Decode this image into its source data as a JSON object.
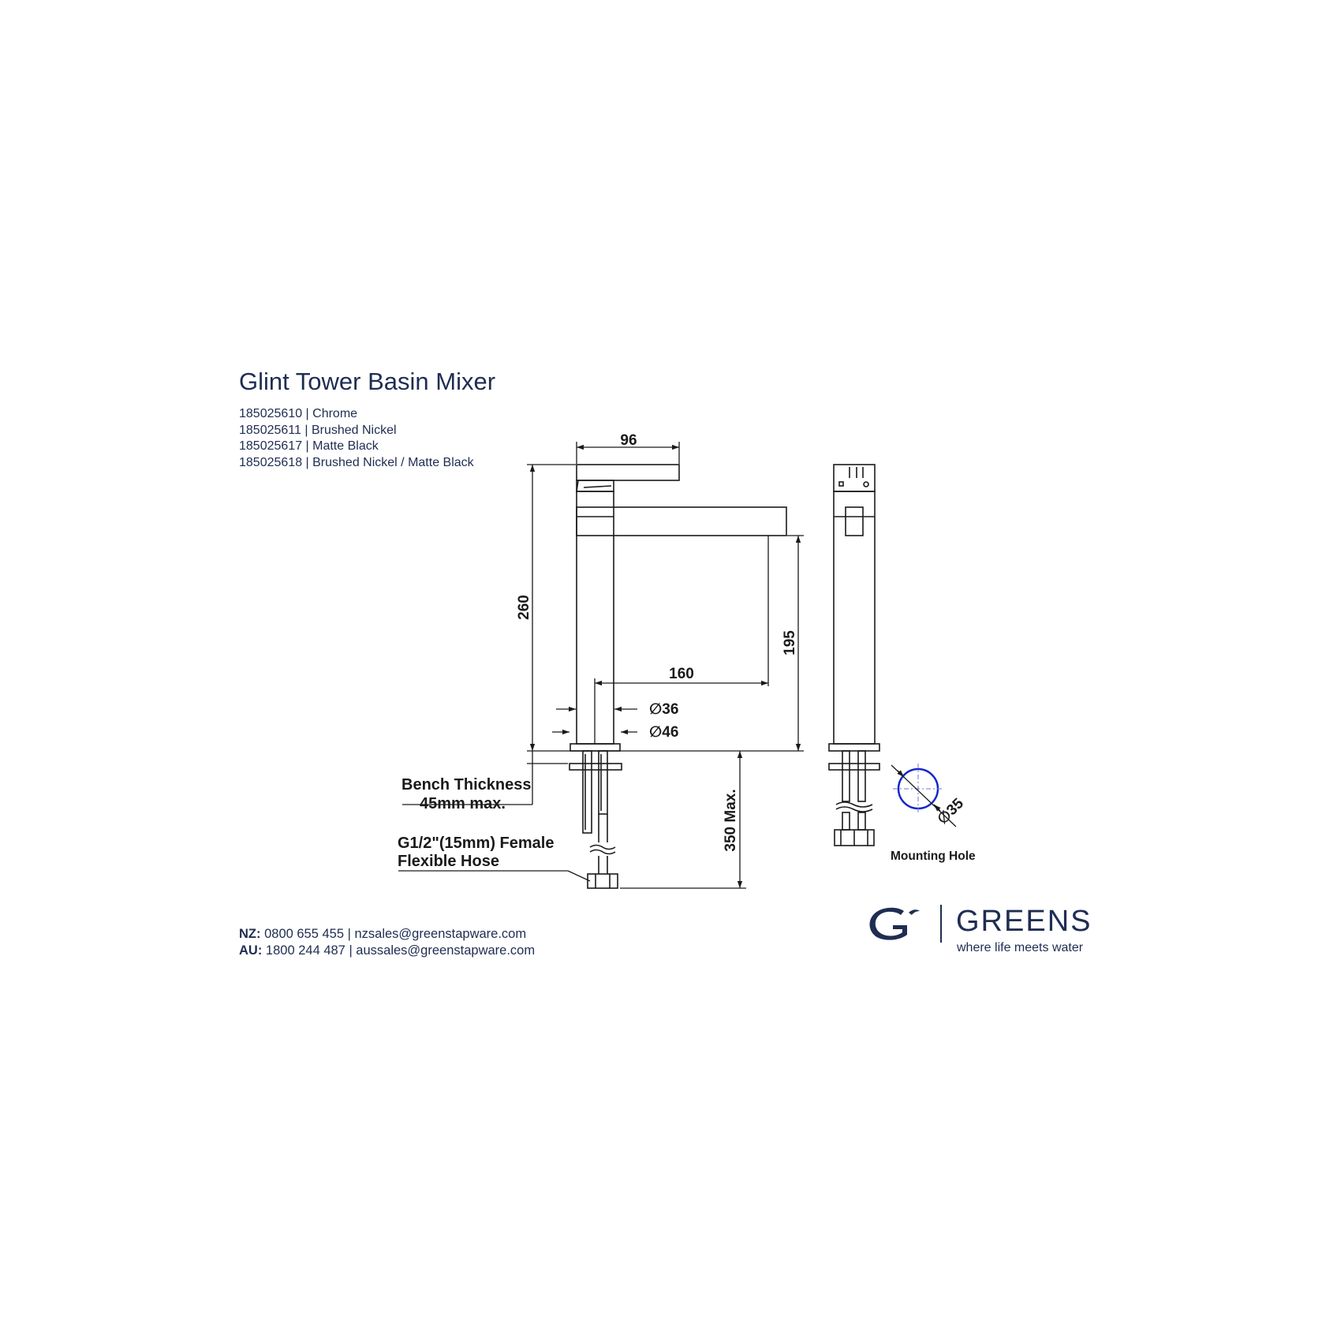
{
  "product": {
    "title": "Glint Tower Basin Mixer",
    "codes": [
      "185025610 | Chrome",
      "185025611 | Brushed Nickel",
      "185025617 | Matte Black",
      "185025618 | Brushed Nickel / Matte Black"
    ]
  },
  "dimensions": {
    "handle_width": "96",
    "height": "260",
    "spout_height": "195",
    "spout_reach": "160",
    "body_dia": "∅36",
    "base_dia": "∅46",
    "hose_length": "350 Max.",
    "hole_dia": "∅35"
  },
  "labels": {
    "bench_line1": "Bench Thickness",
    "bench_line2": "45mm max.",
    "hose_line1": "G1/2\"(15mm) Female",
    "hose_line2": "Flexible Hose",
    "mounting_hole": "Mounting Hole"
  },
  "contact": {
    "nz_label": "NZ:",
    "nz_text": "0800 655 455 | nzsales@greenstapware.com",
    "au_label": "AU:",
    "au_text": "1800 244 487  | aussales@greenstapware.com"
  },
  "brand": {
    "name": "GREENS",
    "tagline": "where life meets water",
    "logo_icon": "greens-g-logo-icon"
  },
  "colors": {
    "brand_navy": "#1f2d52",
    "line": "#1a1a1a",
    "mounting_hole_circle": "#1428c8"
  }
}
